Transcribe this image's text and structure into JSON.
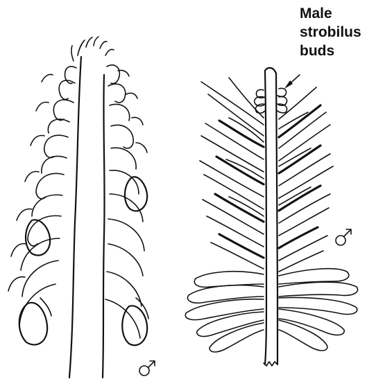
{
  "label": {
    "lines": [
      "Male",
      "strobilus",
      "buds"
    ]
  },
  "symbols": {
    "male": "♂",
    "female": "♀"
  },
  "colors": {
    "ink": "#111111",
    "background": "#ffffff"
  }
}
